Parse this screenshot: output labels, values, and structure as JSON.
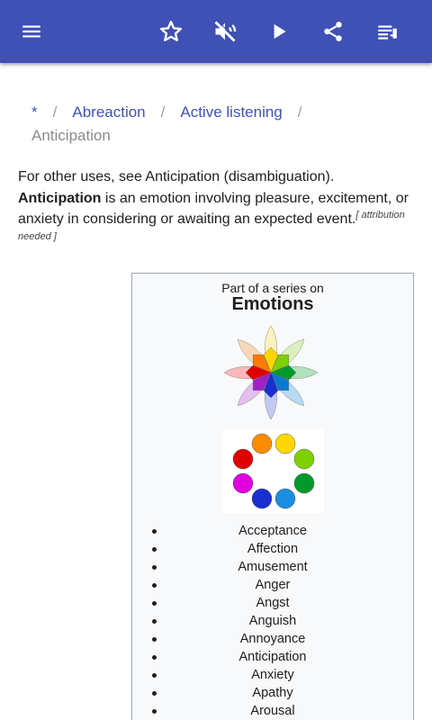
{
  "toolbar": {
    "menu_icon": "hamburger-menu-icon",
    "star_icon": "star-outline-icon",
    "mute_icon": "volume-off-icon",
    "play_icon": "play-icon",
    "share_icon": "share-icon",
    "contents_icon": "playlist-icon",
    "color": "#3f51b5"
  },
  "breadcrumb": {
    "items": [
      "*",
      "Abreaction",
      "Active listening"
    ],
    "separator": "/",
    "current": "Anticipation"
  },
  "article": {
    "hatnote": "For other uses, see Anticipation (disambiguation).",
    "lead_bold": "Anticipation",
    "lead_rest": " is an emotion involving pleasure, excitement, or anxiety in considering or awaiting an expected event.",
    "citation": "[ attribution needed ]"
  },
  "infobox": {
    "series_label": "Part of a series on",
    "topic": "Emotions",
    "items": [
      "Acceptance",
      "Affection",
      "Amusement",
      "Anger",
      "Angst",
      "Anguish",
      "Annoyance",
      "Anticipation",
      "Anxiety",
      "Apathy",
      "Arousal"
    ]
  }
}
